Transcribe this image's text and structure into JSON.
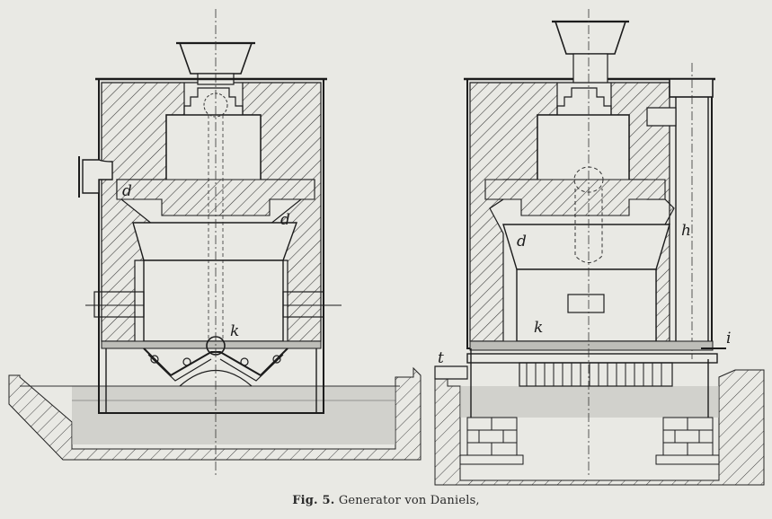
{
  "caption": {
    "fig_number": "Fig. 5.",
    "title": "Generator von Daniels,"
  },
  "labels": {
    "left_d_upper": "d",
    "left_d_right": "d",
    "left_k": "k",
    "right_d": "d",
    "right_h": "h",
    "right_k": "k",
    "right_i": "i",
    "right_t": "t"
  },
  "colors": {
    "paper": "#e9e9e4",
    "ink": "#1c1c1c",
    "hatch": "#3a3a3a",
    "water": "#b9b9b4"
  }
}
